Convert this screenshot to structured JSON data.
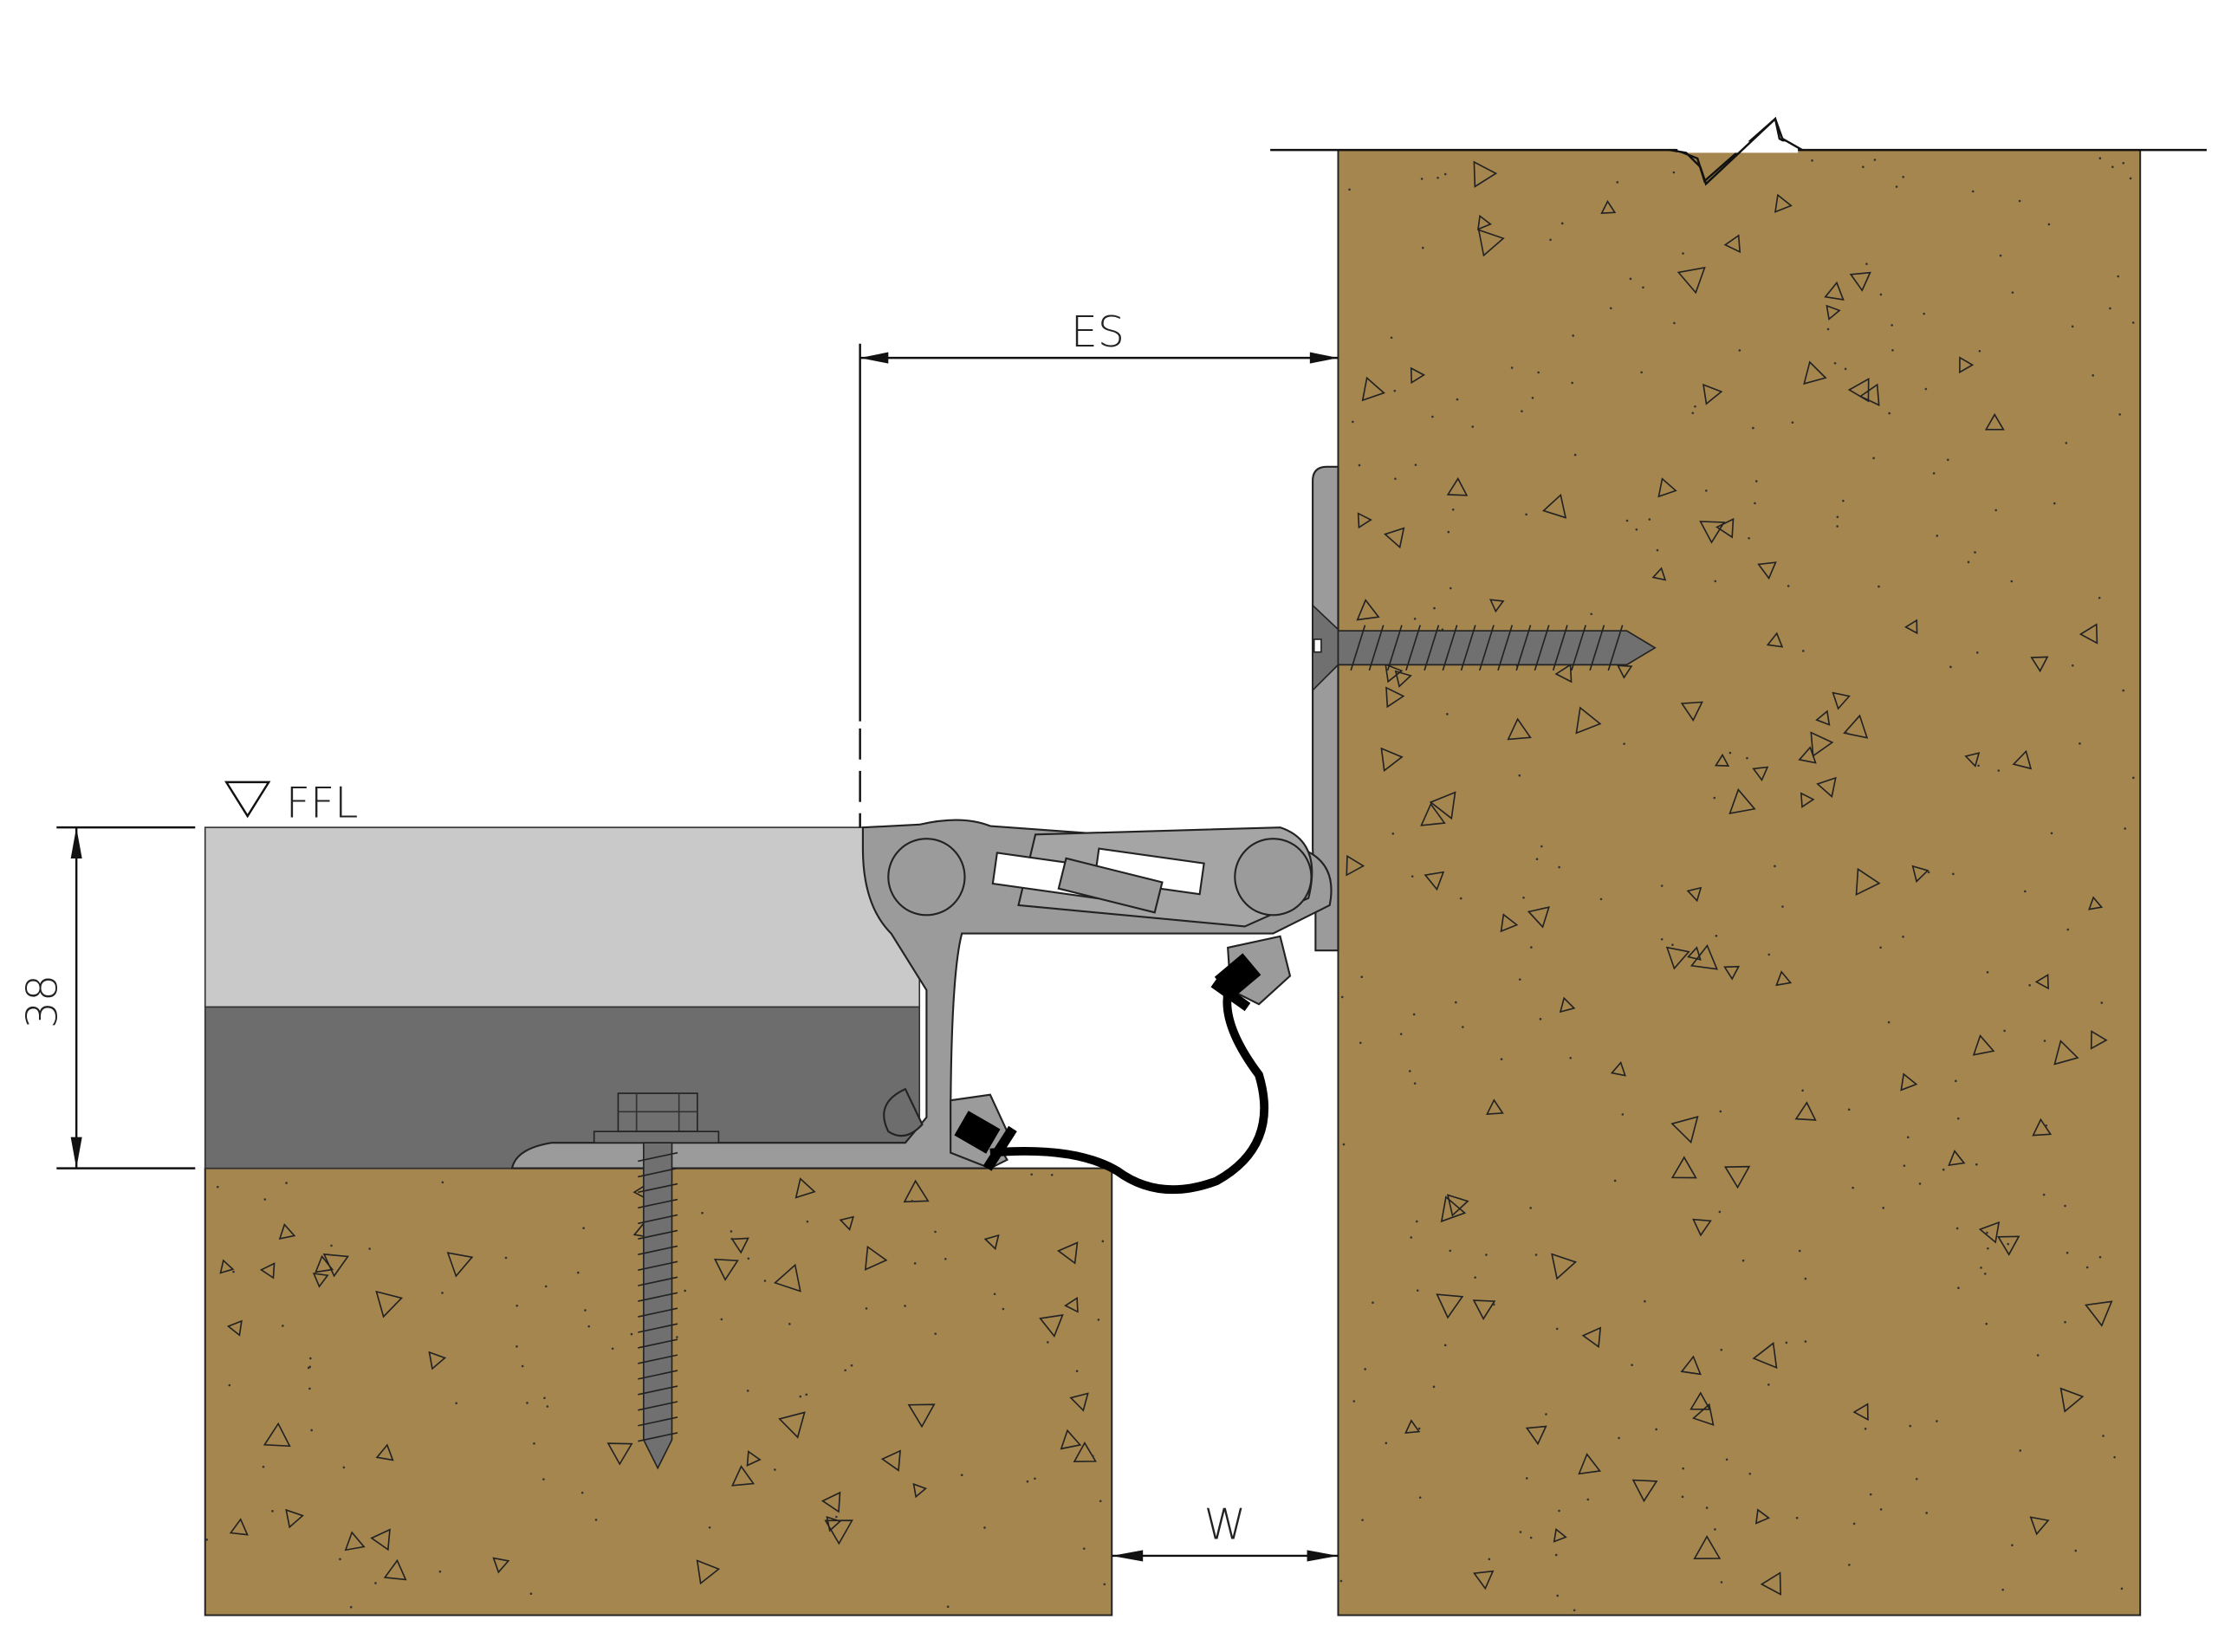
{
  "labels": {
    "es": "ES",
    "ffl": "FFL",
    "height": "38",
    "w": "W"
  },
  "colors": {
    "concrete": "#A5864F",
    "profile": "#9B9B9B",
    "screed_top": "#C9C9C9",
    "screed_bottom": "#6D6D6D",
    "screw": "#707070",
    "seal": "#000000",
    "line": "#111111"
  },
  "icons": {
    "ffl_marker": "level-triangle-icon"
  }
}
